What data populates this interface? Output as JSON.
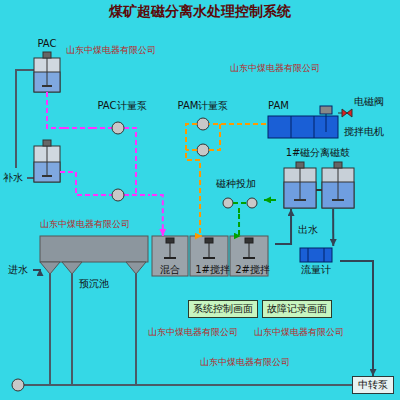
{
  "diagram": {
    "title": "煤矿超磁分离水处理控制系统",
    "nodes": [
      {
        "text": [
          "PAC"
        ]
      },
      {
        "text": [
          "PAC计量泵"
        ]
      },
      {
        "text": [
          "PAM计量泵"
        ]
      },
      {
        "text": [
          "PAM"
        ]
      },
      {
        "text": [
          "磁种投加"
        ]
      },
      {
        "text": [
          "1#磁分离磁鼓"
        ]
      },
      {
        "text": [
          "进水"
        ]
      },
      {
        "text": [
          "预沉池"
        ]
      },
      {
        "text": [
          "混合"
        ]
      },
      {
        "text": [
          "1#搅拌"
        ]
      },
      {
        "text": [
          "2#搅拌"
        ]
      },
      {
        "text": [
          "流量计"
        ]
      },
      {
        "text": [
          "中转泵"
        ]
      },
      {
        "text": [
          "系统控制画面"
        ]
      },
      {
        "text": [
          "故障记录画面"
        ]
      }
    ],
    "edges": [
      {
        "from": 0,
        "to": 1,
        "arrow": "none"
      },
      {
        "from": 1,
        "to": 8,
        "arrow": "to"
      },
      {
        "from": 3,
        "to": 2,
        "arrow": "none"
      },
      {
        "from": 2,
        "to": 9,
        "arrow": "to"
      },
      {
        "from": 4,
        "to": 10,
        "arrow": "to"
      },
      {
        "from": 5,
        "to": 4,
        "arrow": "to"
      },
      {
        "from": 10,
        "to": 5,
        "arrow": "to"
      },
      {
        "from": 5,
        "to": 11,
        "arrow": "to"
      },
      {
        "from": 11,
        "to": 12,
        "arrow": "to"
      },
      {
        "from": 6,
        "to": 7,
        "arrow": "to"
      }
    ],
    "labels": [
      "补水",
      "电磁阀",
      "搅拌电机",
      "出水",
      "山东中煤电器有限公司",
      "山东中煤电器有限公司",
      "山东中煤电器有限公司",
      "山东中煤电器有限公司",
      "山东中煤电器有限公司",
      "山东中煤电器有限公司"
    ]
  }
}
